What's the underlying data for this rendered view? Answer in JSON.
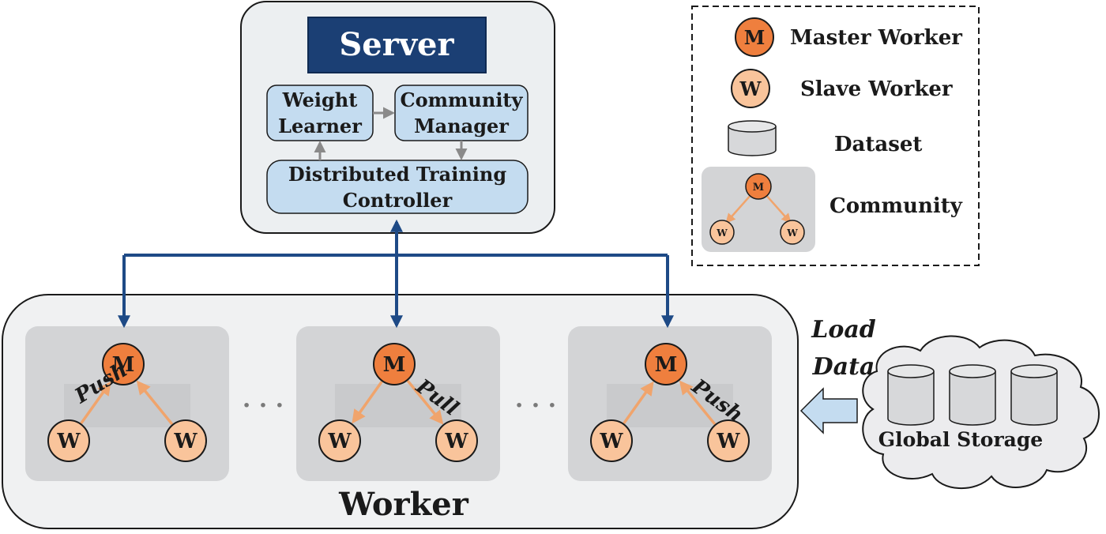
{
  "server": {
    "title": "Server",
    "weight_learner": [
      "Weight",
      "Learner"
    ],
    "community_manager": [
      "Community",
      "Manager"
    ],
    "controller": [
      "Distributed Training",
      "Controller"
    ]
  },
  "worker": {
    "title": "Worker",
    "communities": [
      {
        "edge_label": "Push",
        "direction": "up"
      },
      {
        "edge_label": "Pull",
        "direction": "down"
      },
      {
        "edge_label": "Push",
        "direction": "up"
      }
    ],
    "master_letter": "M",
    "slave_letter": "W",
    "ellipsis": "· · ·"
  },
  "storage": {
    "label": "Global Storage",
    "load_label": [
      "Load",
      "Data"
    ]
  },
  "legend": {
    "master": "Master Worker",
    "slave": "Slave Worker",
    "dataset": "Dataset",
    "community": "Community"
  },
  "colors": {
    "navy": "#1b3f74",
    "edge_blue": "#1e4a86",
    "light_blue": "#c4dcf0",
    "master_orange": "#ef7f3e",
    "slave_peach": "#f9c49b",
    "orange_edge": "#f0a46c",
    "community_gray": "#d3d4d6",
    "worker_bg": "#f0f1f2",
    "server_bg": "#eceff1"
  }
}
